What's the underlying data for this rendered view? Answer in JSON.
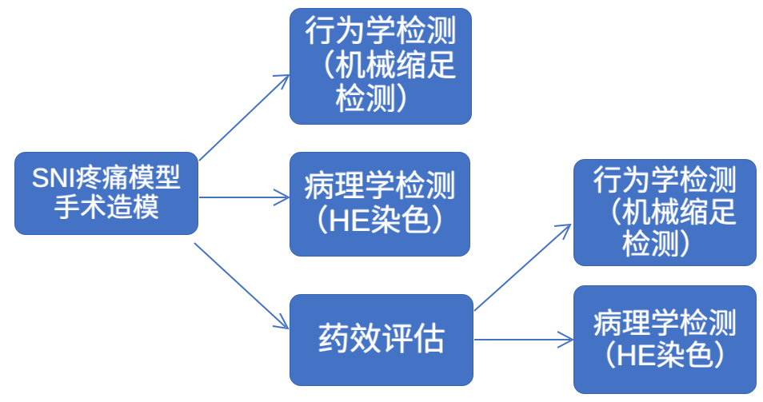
{
  "diagram": {
    "type": "flowchart",
    "title": "",
    "background_color": "#FFFFFF",
    "node_fill_color": "#4472C4",
    "node_border_color": "#3A63AD",
    "node_text_color": "#FFFFFF",
    "edge_color": "#4472C4",
    "nodes": [
      {
        "id": "sni",
        "label": "SNI疼痛模型\n手术造模",
        "column": "left"
      },
      {
        "id": "behavior_top",
        "label": "行为学检测\n（机械缩足\n检测）",
        "column": "middle"
      },
      {
        "id": "pathology_middle",
        "label": "病理学检测\n（HE染色）",
        "column": "middle"
      },
      {
        "id": "efficacy",
        "label": "药效评估",
        "column": "middle"
      },
      {
        "id": "behavior_right",
        "label": "行为学检测\n（机械缩足\n检测）",
        "column": "right"
      },
      {
        "id": "pathology_right",
        "label": "病理学检测\n（HE染色）",
        "column": "right"
      }
    ],
    "edges": [
      {
        "id": "e1",
        "from": "sni",
        "to": "behavior_top",
        "style": "solid-arrow",
        "direction": "up-right"
      },
      {
        "id": "e2",
        "from": "sni",
        "to": "pathology_middle",
        "style": "solid-arrow",
        "direction": "right"
      },
      {
        "id": "e3",
        "from": "sni",
        "to": "efficacy",
        "style": "solid-arrow",
        "direction": "down-right"
      },
      {
        "id": "e4",
        "from": "efficacy",
        "to": "behavior_right",
        "style": "solid-arrow",
        "direction": "up-right"
      },
      {
        "id": "e5",
        "from": "efficacy",
        "to": "pathology_right",
        "style": "solid-arrow",
        "direction": "right"
      }
    ]
  }
}
